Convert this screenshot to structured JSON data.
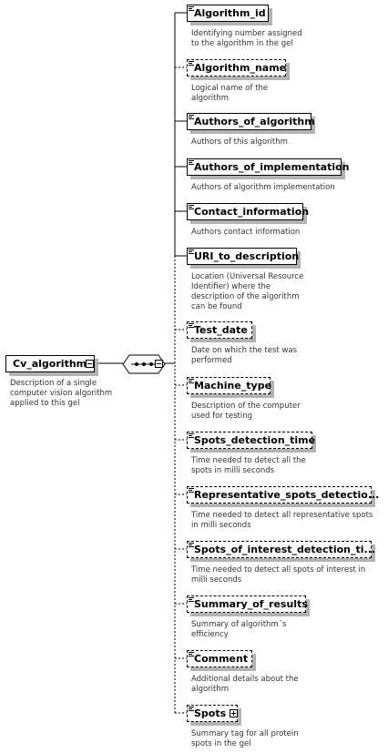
{
  "root": {
    "name": "Cv_algorithm",
    "description": "Description of a single\ncomputer vision algorithm\napplied to this gel"
  },
  "compositor": {
    "icon": "sequence-compositor-icon"
  },
  "elements": [
    {
      "name": "Algorithm_id",
      "description": "Identifying number assigned\nto the algorithm in the gel",
      "optional": false
    },
    {
      "name": "Algorithm_name",
      "description": "Logical name of the\nalgorithm",
      "optional": true
    },
    {
      "name": "Authors_of_algorithm",
      "description": "Authors of this algorithm",
      "optional": false
    },
    {
      "name": "Authors_of_implementation",
      "description": "Authors of algorithm implementation",
      "optional": false
    },
    {
      "name": "Contact_information",
      "description": "Authors contact information",
      "optional": false
    },
    {
      "name": "URI_to_description",
      "description": "Location (Universal Resource\nIdentifier) where the\ndescription of the algorithm\ncan be found",
      "optional": false
    },
    {
      "name": "Test_date",
      "description": "Date on which the test was\nperformed",
      "optional": true
    },
    {
      "name": "Machine_type",
      "description": "Description of the computer\nused for testing",
      "optional": true
    },
    {
      "name": "Spots_detection_time",
      "description": "Time needed to detect all the\nspots in milli seconds",
      "optional": true
    },
    {
      "name": "Representative_spots_detectio...",
      "description": "Time needed to detect all representative spots\nin milli seconds",
      "optional": true
    },
    {
      "name": "Spots_of_interest_detection_ti...",
      "description": "Time needed to detect all spots of interest in\nmilli seconds",
      "optional": true
    },
    {
      "name": "Summary_of_results",
      "description": "Summary of algorithm´s\nefficiency",
      "optional": true
    },
    {
      "name": "Comment",
      "description": "Additional details about the\nalgorithm",
      "optional": true
    },
    {
      "name": "Spots",
      "description": "Summary tag for all protein\nspots in the gel",
      "optional": true,
      "expandable": true
    }
  ]
}
